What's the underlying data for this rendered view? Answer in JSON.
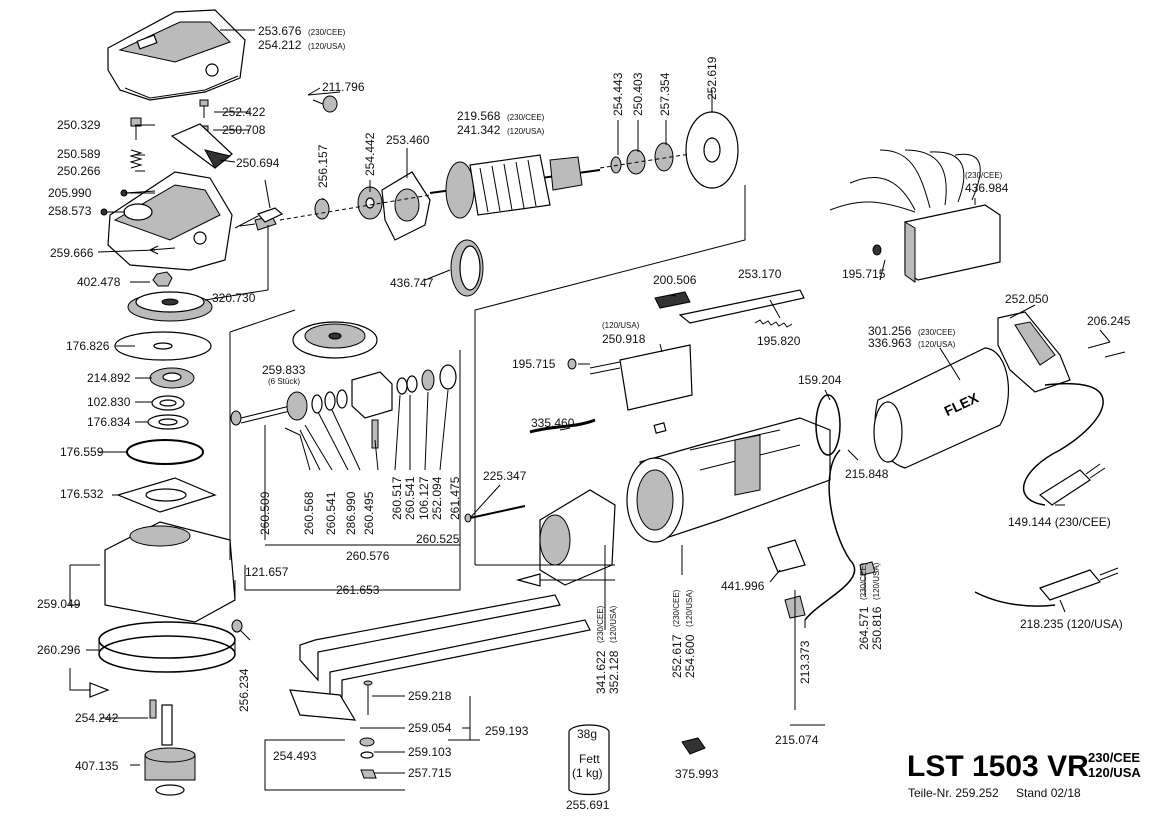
{
  "title": {
    "model": "LST 1503 VR",
    "variant1": "230/CEE",
    "variant2": "120/USA",
    "part_no": "Teile-Nr. 259.252",
    "stand": "Stand 02/18"
  },
  "brand": "FLEX",
  "grease": {
    "weight": "38g",
    "name": "Fett",
    "amount": "(1 kg)"
  },
  "labels": {
    "l253676": "253.676",
    "l253676n": "(230/CEE)",
    "l254212": "254.212",
    "l254212n": "(120/USA)",
    "l211796": "211.796",
    "l252422": "252.422",
    "l250708": "250.708",
    "l250329": "250.329",
    "l250589": "250.589",
    "l250266": "250.266",
    "l250694": "250.694",
    "l205990": "205.990",
    "l258573": "258.573",
    "l259666": "259.666",
    "l402478": "402.478",
    "l320730": "320.730",
    "l176826": "176.826",
    "l214892": "214.892",
    "l102830": "102.830",
    "l176834": "176.834",
    "l176559": "176.559",
    "l176532": "176.532",
    "l259049": "259.049",
    "l260296": "260.296",
    "l254242": "254.242",
    "l407135": "407.135",
    "l256234": "256.234",
    "l121657": "121.657",
    "l261653": "261.653",
    "l260576": "260.576",
    "l260525": "260.525",
    "l259833": "259.833",
    "l259833n": "(6 Stück)",
    "l260509": "260.509",
    "l260568": "260.568",
    "l260541": "260.541",
    "l286990": "286.990",
    "l260495": "260.495",
    "l260517": "260.517",
    "l260541b": "260.541",
    "l106127": "106.127",
    "l252094": "252.094",
    "l261475": "261.475",
    "l256157": "256.157",
    "l254442": "254.442",
    "l253460": "253.460",
    "l219568": "219.568",
    "l219568n": "(230/CEE)",
    "l241342": "241.342",
    "l241342n": "(120/USA)",
    "l436747": "436.747",
    "l254443": "254.443",
    "l250403": "250.403",
    "l257354": "257.354",
    "l252619": "252.619",
    "l436984n": "(230/CEE)",
    "l436984": "436.984",
    "l195715a": "195.715",
    "l200506": "200.506",
    "l253170": "253.170",
    "l195820": "195.820",
    "l250918n": "(120/USA)",
    "l250918": "250.918",
    "l195715b": "195.715",
    "l252050": "252.050",
    "l206245": "206.245",
    "l301256": "301.256",
    "l301256n": "(230/CEE)",
    "l336963": "336.963",
    "l336963n": "(120/USA)",
    "l159204": "159.204",
    "l335460": "335.460",
    "l225347": "225.347",
    "l215848": "215.848",
    "l149144": "149.144 (230/CEE)",
    "l441996": "441.996",
    "l218235": "218.235 (120/USA)",
    "l341622": "341.622",
    "l341622n": "(230/CEE)",
    "l352128": "352.128",
    "l352128n": "(120/USA)",
    "l252617": "252.617",
    "l252617n": "(230/CEE)",
    "l254600": "254.600",
    "l254600n": "(120/USA)",
    "l213373": "213.373",
    "l215074": "215.074",
    "l264571": "264.571",
    "l264571n": "(230/CEE)",
    "l250816": "250.816",
    "l250816n": "(120/USA)",
    "l259218": "259.218",
    "l259054": "259.054",
    "l259193": "259.193",
    "l254493": "254.493",
    "l259103": "259.103",
    "l257715": "257.715",
    "l255691": "255.691",
    "l375993": "375.993"
  }
}
